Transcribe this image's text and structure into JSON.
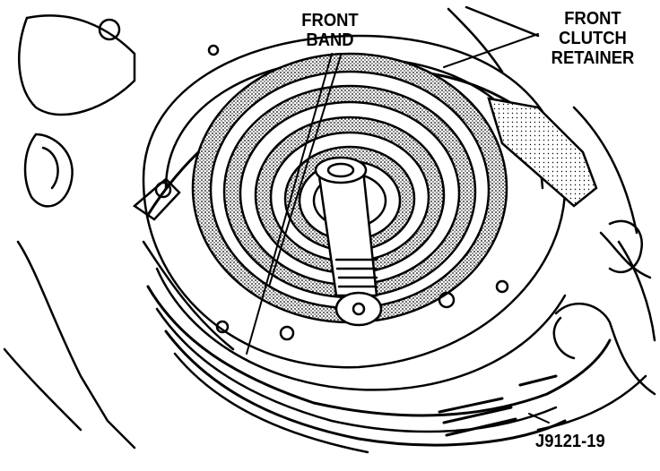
{
  "labels": {
    "front_band": [
      "FRONT",
      "BAND"
    ],
    "front_clutch_retainer": [
      "FRONT",
      "CLUTCH",
      "RETAINER"
    ],
    "figure_code": "J9121-19"
  }
}
